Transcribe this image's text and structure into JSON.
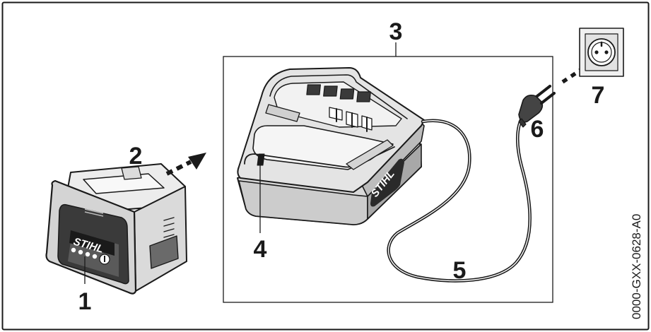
{
  "callouts": {
    "battery": "1",
    "insert_arrow": "2",
    "charger": "3",
    "led": "4",
    "cable": "5",
    "plug": "6",
    "socket": "7"
  },
  "battery_brand": "STIHL",
  "charger_brand": "STIHL",
  "drawing_code": "0000-GXX-0628-A0"
}
